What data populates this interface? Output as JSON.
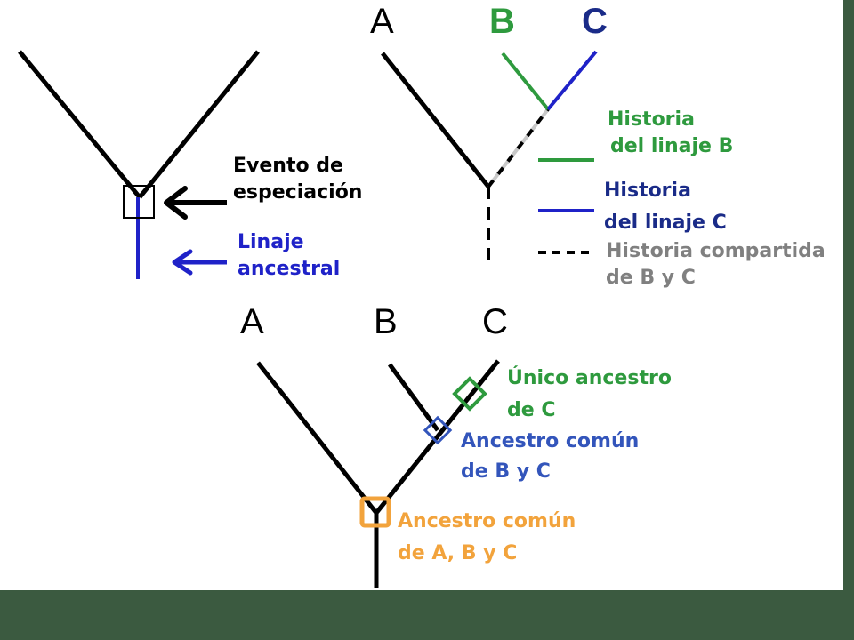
{
  "colors": {
    "black": "#000000",
    "green": "#2e9a3e",
    "blue_bright": "#1f22c8",
    "blue_dark": "#1a2b88",
    "blue_diamond": "#3355bb",
    "gray": "#808080",
    "orange": "#f2a33c",
    "dashed_gray": "#c8c8c8"
  },
  "panel1": {
    "event_line1": "Evento de",
    "event_line2": "especiación",
    "ancestral_line1": "Linaje",
    "ancestral_line2": "ancestral"
  },
  "panel2": {
    "tip_a": "A",
    "tip_b": "B",
    "tip_c": "C",
    "legend_b_line1": "Historia",
    "legend_b_line2": "del linaje B",
    "legend_c_line1": "Historia",
    "legend_c_line2": "del linaje C",
    "legend_shared_line1": "Historia compartida",
    "legend_shared_line2": "de B y C"
  },
  "panel3": {
    "tip_a": "A",
    "tip_b": "B",
    "tip_c": "C",
    "unique_c_line1": "Único ancestro",
    "unique_c_line2": "de C",
    "common_bc_line1": "Ancestro común",
    "common_bc_line2": "de B y C",
    "common_abc_line1": "Ancestro común",
    "common_abc_line2": "de A, B y C"
  }
}
